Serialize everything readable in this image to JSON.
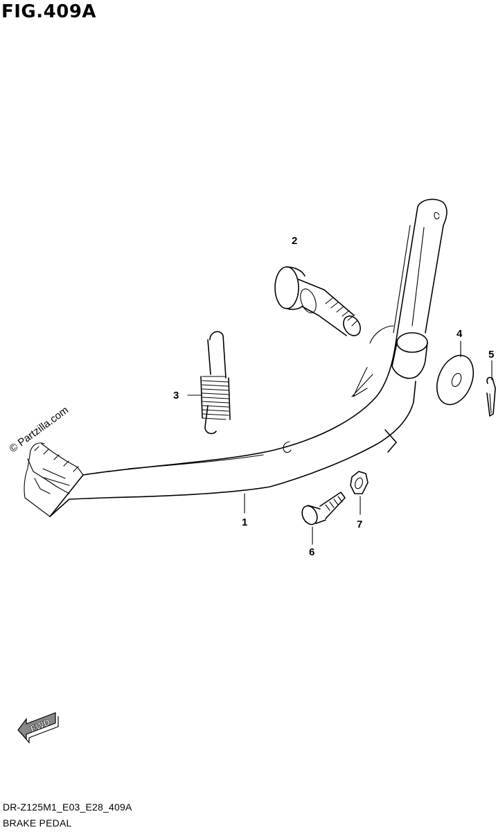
{
  "figure": {
    "title": "FIG.409A",
    "watermark": "© Partzilla.com",
    "code": "DR-Z125M1_E03_E28_409A",
    "caption": "BRAKE PEDAL",
    "fwd_label": "FWD"
  },
  "parts": [
    {
      "number": "1",
      "part": "brake-pedal"
    },
    {
      "number": "2",
      "part": "pivot-shaft"
    },
    {
      "number": "3",
      "part": "return-spring"
    },
    {
      "number": "4",
      "part": "washer"
    },
    {
      "number": "5",
      "part": "cotter-pin"
    },
    {
      "number": "6",
      "part": "bolt"
    },
    {
      "number": "7",
      "part": "nut"
    }
  ]
}
